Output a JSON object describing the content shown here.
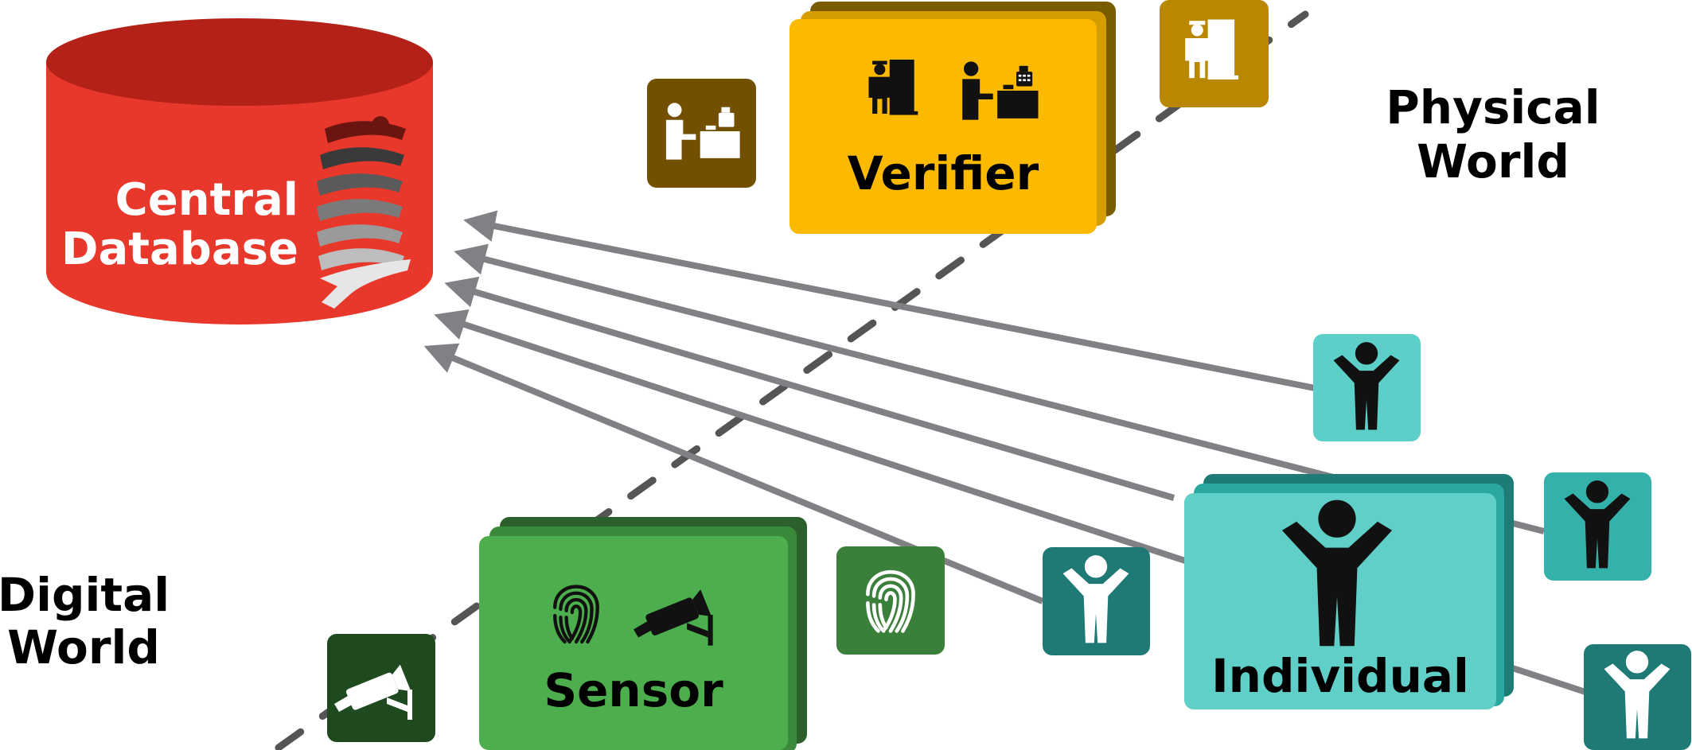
{
  "labels": {
    "central_database_line1": "Central",
    "central_database_line2": "Database",
    "verifier": "Verifier",
    "sensor": "Sensor",
    "individual": "Individual",
    "physical_world_line1": "Physical",
    "physical_world_line2": "World",
    "digital_world_line1": "Digital",
    "digital_world_line2": "World"
  },
  "colors": {
    "database": "#e8372b",
    "database_top": "#b32118",
    "verifier": "#fbb900",
    "verifier_back": "#7a5c00",
    "verifier_mid": "#d69d00",
    "sensor": "#4cae4c",
    "sensor_back": "#2b5f2b",
    "sensor_mid": "#3b8a3b",
    "individual": "#5fcfc8",
    "individual_back": "#1f7b75",
    "individual_mid": "#2aa8a0",
    "arrow": "#808185",
    "divider": "#555555",
    "icon_brown": "#735000",
    "icon_gold": "#b98700",
    "icon_darkgreen": "#1f4a20",
    "icon_green": "#3a7f3a",
    "icon_teal_light": "#5ccfc9",
    "icon_teal": "#35b1ac",
    "icon_teal_dark": "#1f7a76"
  },
  "icons": [
    "cashier-icon",
    "guard-door-icon",
    "fingerprint-icon",
    "cctv-camera-icon",
    "person-arms-up-icon",
    "silhouettes-icon"
  ]
}
